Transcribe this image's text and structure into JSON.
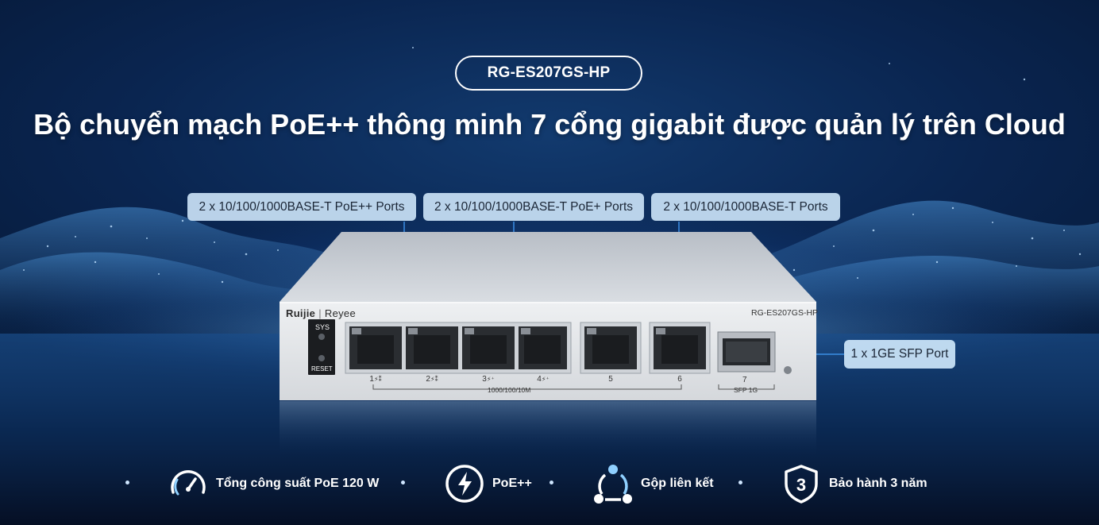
{
  "model_badge": "RG-ES207GS-HP",
  "headline": "Bộ chuyển mạch PoE++ thông minh 7 cổng gigabit được quản lý trên Cloud",
  "port_groups": [
    {
      "label": "2 x 10/100/1000BASE-T PoE++ Ports"
    },
    {
      "label": "2 x 10/100/1000BASE-T PoE+ Ports"
    },
    {
      "label": "2 x 10/100/1000BASE-T Ports"
    }
  ],
  "sfp_callout": "1 x 1GE SFP Port",
  "device": {
    "brand": "Ruijie",
    "brand_sub": "Reyee",
    "model": "RG-ES207GS-HP",
    "sys_label": "SYS",
    "reset_label": "RESET",
    "port_numbers": [
      "1",
      "2",
      "3",
      "4",
      "5",
      "6"
    ],
    "port_glyphs": [
      "⚡⁑",
      "⚡⁑",
      "⚡⁺",
      "⚡⁺",
      "",
      ""
    ],
    "speed_label": "1000/100/10M",
    "sfp_number": "7",
    "sfp_label": "SFP 1G"
  },
  "features": [
    {
      "icon": "speedometer-icon",
      "label": "Tổng công suất PoE 120 W"
    },
    {
      "icon": "lightning-icon",
      "label": "PoE++"
    },
    {
      "icon": "link-aggregation-icon",
      "label": "Gộp liên kết"
    },
    {
      "icon": "shield-warranty-icon",
      "label": "Bảo hành 3 năm",
      "badge": "3"
    }
  ],
  "colors": {
    "accent": "#2f8de8",
    "background": "#061a3a",
    "chassis": "#e3e5e8"
  }
}
